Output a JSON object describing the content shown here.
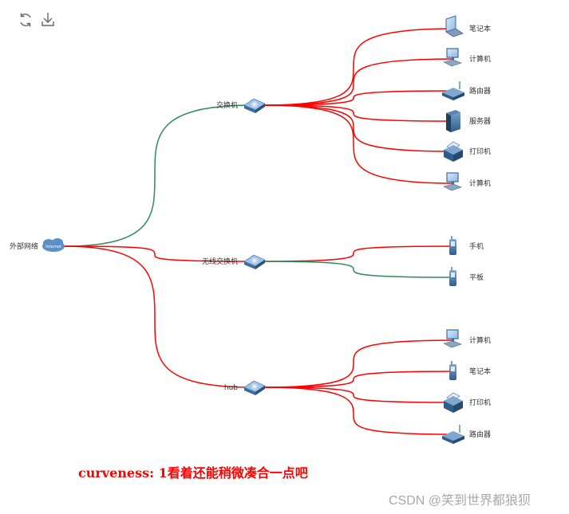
{
  "toolbar": {
    "refresh_icon": "refresh-icon",
    "download_icon": "download-icon"
  },
  "nodes": {
    "root": {
      "label": "外部网络",
      "badge": "Internet",
      "icon": "cloud-icon"
    },
    "switch": {
      "label": "交换机",
      "icon": "switch-icon"
    },
    "wireless": {
      "label": "无线交换机",
      "icon": "switch-icon"
    },
    "hub": {
      "label": "hub",
      "icon": "switch-icon"
    },
    "switch_children": [
      {
        "label": "笔记本",
        "icon": "laptop-icon"
      },
      {
        "label": "计算机",
        "icon": "computer-icon"
      },
      {
        "label": "路由器",
        "icon": "router-icon"
      },
      {
        "label": "服务器",
        "icon": "server-icon"
      },
      {
        "label": "打印机",
        "icon": "printer-icon"
      },
      {
        "label": "计算机",
        "icon": "computer-icon"
      }
    ],
    "wireless_children": [
      {
        "label": "手机",
        "icon": "phone-icon"
      },
      {
        "label": "平板",
        "icon": "phone-icon"
      }
    ],
    "hub_children": [
      {
        "label": "计算机",
        "icon": "computer-icon"
      },
      {
        "label": "笔记本",
        "icon": "phone-icon"
      },
      {
        "label": "打印机",
        "icon": "printer-icon"
      },
      {
        "label": "路由器",
        "icon": "router-icon"
      }
    ]
  },
  "colors": {
    "red_link": "#ff0000",
    "green_link": "#2e8b57",
    "device_blue": "#3d6c9e"
  },
  "caption": "curveness: 1看着还能稍微凑合一点吧",
  "watermark": "CSDN @笑到世界都狼狈"
}
